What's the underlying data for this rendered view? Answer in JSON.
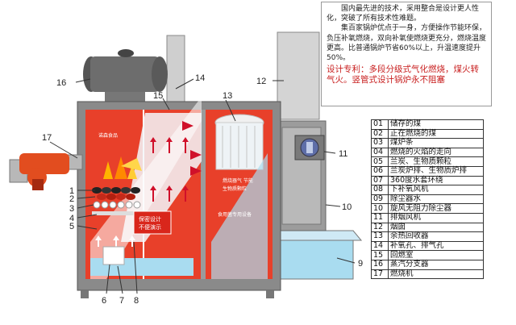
{
  "info": {
    "p1": "国内最先进的技术，采用整合是设计更人性化，突破了所有技术性难题。",
    "p2": "集百家锅炉优点于一身，方便操作节能环保，负压补氧燃烧，双向补氧使燃烧更充分，燃烧温度更高。比普通锅炉节省60%以上，升温速度提升50%。",
    "patent": "设计专利：多段分级式气化燃烧，煤火转气火。竖管式设计锅炉永不阻塞"
  },
  "legend": [
    {
      "n": "01",
      "label": "储存的煤"
    },
    {
      "n": "02",
      "label": "正在燃烧的煤"
    },
    {
      "n": "03",
      "label": "煤炉条"
    },
    {
      "n": "04",
      "label": "燃烧的火焰的走向"
    },
    {
      "n": "05",
      "label": "兰炭、生物质颗粒"
    },
    {
      "n": "06",
      "label": "兰炭炉排、生物质炉排"
    },
    {
      "n": "07",
      "label": "360度水套环绕"
    },
    {
      "n": "08",
      "label": "下补氧风机"
    },
    {
      "n": "09",
      "label": "除尘器水"
    },
    {
      "n": "10",
      "label": "旋风无阻力除尘器"
    },
    {
      "n": "11",
      "label": "排烟风机"
    },
    {
      "n": "12",
      "label": "烟囱"
    },
    {
      "n": "13",
      "label": "余热回收器"
    },
    {
      "n": "14",
      "label": "补氧孔、排气孔"
    },
    {
      "n": "15",
      "label": "回燃室"
    },
    {
      "n": "16",
      "label": "蒸汽分支器"
    },
    {
      "n": "17",
      "label": "燃烧机"
    }
  ],
  "callouts": [
    "1",
    "2",
    "3",
    "4",
    "5",
    "6",
    "7",
    "8",
    "9",
    "10",
    "11",
    "12",
    "13",
    "14",
    "15",
    "16",
    "17"
  ],
  "inner": {
    "brand": "诺森食品",
    "stamp1": "保密设计",
    "stamp2": "不便演示",
    "panel1": "燃烧器气 节能",
    "panel2": "生物质颗粒",
    "panel3": "食用菌专用设备"
  },
  "colors": {
    "furnace_red": "#e8402a",
    "frame_gray": "#8a8a8a",
    "water_blue": "#a9dcf0",
    "patent_red": "#c81e1e"
  }
}
